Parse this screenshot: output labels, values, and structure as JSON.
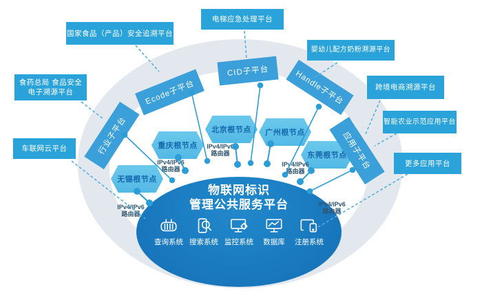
{
  "center": {
    "title_line1": "物联网标识",
    "title_line2": "管理公共服务平台",
    "systems": [
      {
        "label": "查询系统",
        "icon": "query-icon"
      },
      {
        "label": "搜索系统",
        "icon": "search-icon"
      },
      {
        "label": "监控系统",
        "icon": "monitor-icon"
      },
      {
        "label": "数据库",
        "icon": "database-icon"
      },
      {
        "label": "注册系统",
        "icon": "register-icon"
      }
    ]
  },
  "root_nodes": [
    {
      "label": "无锡根节点"
    },
    {
      "label": "重庆根节点"
    },
    {
      "label": "北京根节点"
    },
    {
      "label": "广州根节点"
    },
    {
      "label": "东莞根节点"
    }
  ],
  "sub_platforms": [
    {
      "label": "行业子平台"
    },
    {
      "label": "Ecode子平台"
    },
    {
      "label": "CID子平台"
    },
    {
      "label": "Handle子平台"
    },
    {
      "label": "应用子平台"
    }
  ],
  "app_platforms": [
    {
      "label": "国家食品（产品）安全追溯平台"
    },
    {
      "label": "电梯应急处理平台"
    },
    {
      "label": "婴幼儿配方奶粉溯源平台"
    },
    {
      "label": "食药总局 食品安全",
      "label2": "电子溯源平台"
    },
    {
      "label": "跨境电商溯源平台"
    },
    {
      "label": "智能农业示范应用平台"
    },
    {
      "label": "车联网云平台"
    },
    {
      "label": "更多应用平台"
    }
  ],
  "router_label": {
    "line1": "IPv4/IPv6",
    "line2": "路由器"
  },
  "colors": {
    "center_blue": "#1a7ac0",
    "hexagon_blue": "#5fc2e9",
    "sub_platform_blue": "#3b9fd9",
    "app_box_blue": "#2aa2da",
    "ring_gray": "#e3e8ee",
    "connector_blue": "#2b9dd7",
    "dashed_blue": "#52b2df",
    "node_text_blue": "#1568ab",
    "router_text": "#2f5570"
  }
}
